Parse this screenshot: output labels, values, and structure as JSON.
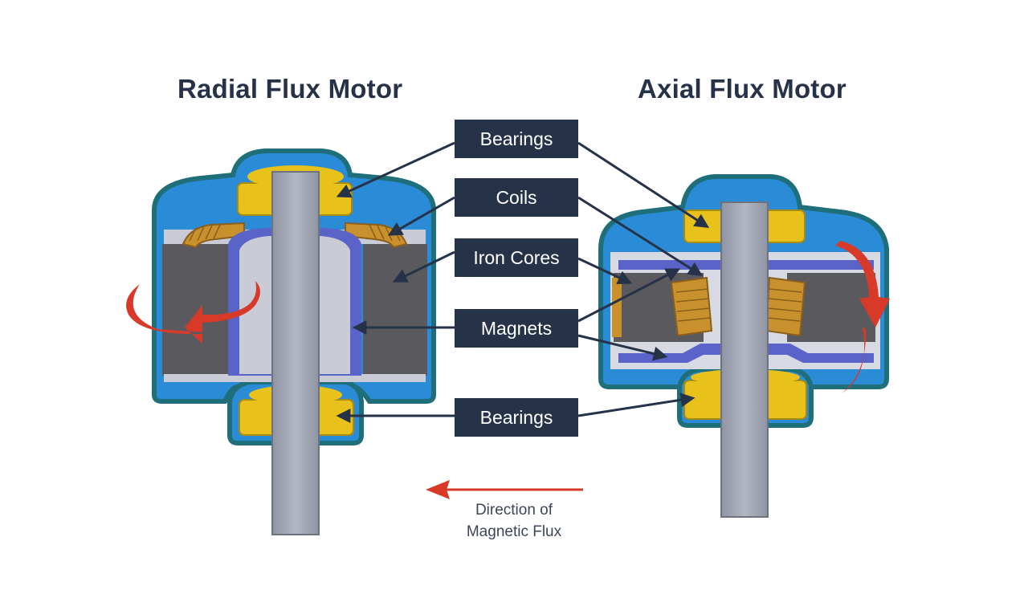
{
  "titles": {
    "left": "Radial Flux Motor",
    "right": "Axial Flux Motor"
  },
  "labels": {
    "bearings_top": "Bearings",
    "coils": "Coils",
    "iron_cores": "Iron Cores",
    "magnets": "Magnets",
    "bearings_bottom": "Bearings"
  },
  "flux_legend": {
    "line1": "Direction of",
    "line2": "Magnetic Flux"
  },
  "colors": {
    "housing_blue": "#2a8bd6",
    "housing_teal": "#1e6f7a",
    "bearing_yellow": "#e8c21a",
    "iron_gray": "#5a5a5e",
    "shaft_gray": "#a7abb8",
    "magnet_purple": "#5a63c8",
    "coil_copper": "#c9912e",
    "arrow_red": "#d83a2a",
    "label_navy": "#263248"
  }
}
